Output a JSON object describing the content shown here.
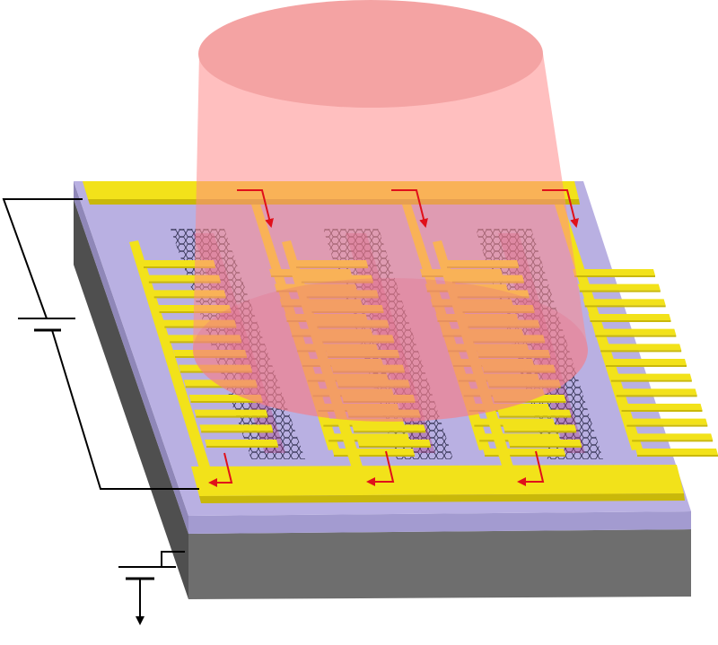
{
  "diagram": {
    "kind": "photodetector-device-schematic",
    "components": [
      {
        "name": "substrate",
        "color": "#6e6e6e"
      },
      {
        "name": "dielectric-layer",
        "color": "#b9b0e2"
      },
      {
        "name": "top-electrode-bus",
        "color": "#f2e21a"
      },
      {
        "name": "bottom-electrode-bus",
        "color": "#f2e21a"
      },
      {
        "name": "interdigitated-fingers",
        "color": "#f2e21a"
      },
      {
        "name": "graphene-ribbons",
        "color": "#2a2a4a"
      },
      {
        "name": "light-beam",
        "color": "#ff8a8a"
      },
      {
        "name": "current-arrows",
        "color": "#e0101a"
      },
      {
        "name": "voltage-source",
        "color": "#000000"
      },
      {
        "name": "gate-ground",
        "color": "#000000"
      }
    ],
    "device_cells": 3,
    "fingers_per_side": 13,
    "current_arrow_count": 6
  }
}
